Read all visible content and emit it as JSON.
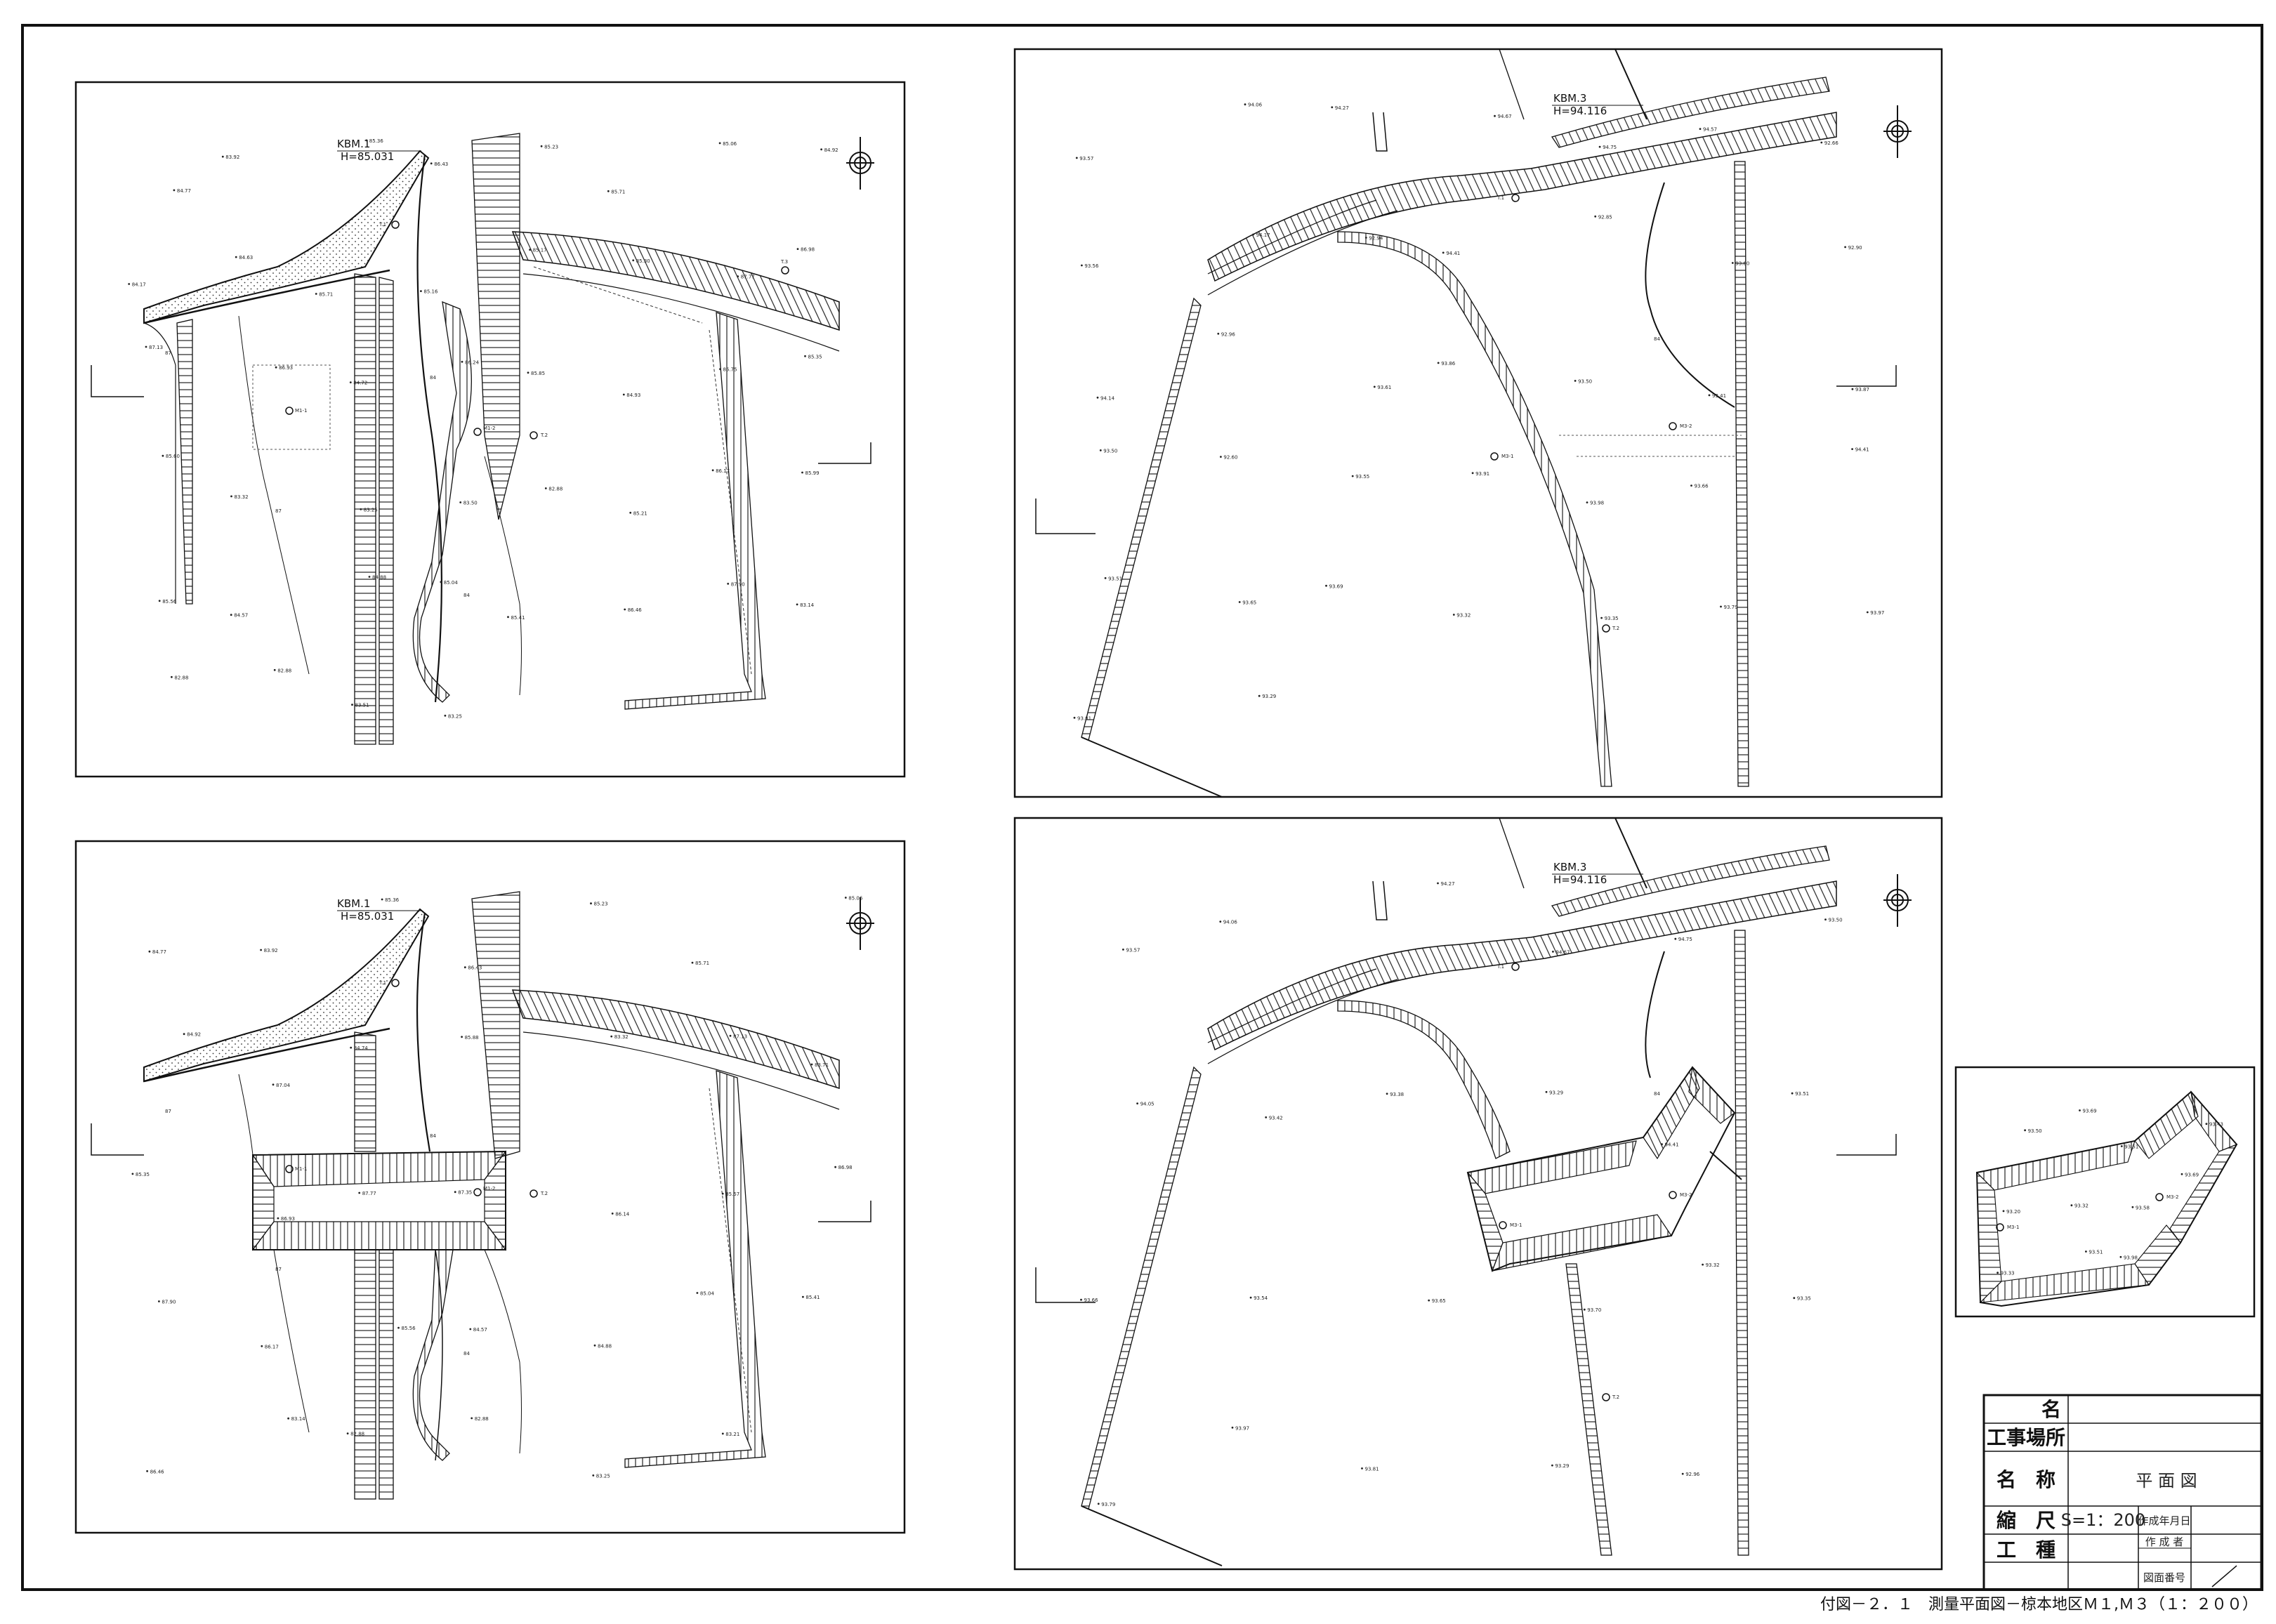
{
  "caption": "付図－２．１　測量平面図－椋本地区Ｍ１,Ｍ３（１：２００）",
  "title_block": {
    "r1_label": "名",
    "r2_label": "工事場所",
    "r3_label": "名　称",
    "r3_value": "平 面 図",
    "r4_label": "縮　尺",
    "r4_value": "S=1：200",
    "r4_sub": "作成年月日",
    "r5_label": "工　種",
    "r5_sub1": "作 成 者",
    "r5_sub2": "図面番号"
  },
  "panels": {
    "tl": {
      "kbm": "KBM.1",
      "kbm_h": "H=85.031",
      "stations": [
        "T.1",
        "T.2",
        "T.3",
        "M1-1",
        "M1-2"
      ],
      "contours": [
        "87",
        "87",
        "84",
        "84"
      ],
      "elev": [
        "84.77",
        "83.92",
        "85.36",
        "86.43",
        "85.23",
        "85.71",
        "85.06",
        "84.92",
        "84.17",
        "84.63",
        "85.71",
        "85.16",
        "85.17",
        "85.30",
        "87.77",
        "86.98",
        "87.13",
        "86.93",
        "84.72",
        "86.24",
        "85.85",
        "84.93",
        "85.75",
        "85.35",
        "85.60",
        "83.32",
        "83.25",
        "83.50",
        "82.88",
        "85.21",
        "86.17",
        "85.99",
        "85.56",
        "84.57",
        "84.88",
        "85.04",
        "85.41",
        "86.46",
        "87.90",
        "83.14",
        "82.88",
        "82.88",
        "83.51",
        "83.25"
      ]
    },
    "tr": {
      "kbm": "KBM.3",
      "kbm_h": "H=94.116",
      "stations": [
        "T.1",
        "T.2",
        "M3-1",
        "M3-2"
      ],
      "contours": [
        "84"
      ],
      "elev": [
        "93.57",
        "94.06",
        "94.27",
        "94.67",
        "94.75",
        "94.57",
        "92.66",
        "93.56",
        "94.17",
        "92.94",
        "94.41",
        "92.85",
        "93.60",
        "92.90",
        "94.14",
        "92.96",
        "93.61",
        "93.86",
        "93.50",
        "93.41",
        "93.87",
        "93.50",
        "92.60",
        "93.55",
        "93.91",
        "93.98",
        "93.66",
        "94.41",
        "93.51",
        "93.65",
        "93.69",
        "93.32",
        "93.35",
        "93.79",
        "93.97",
        "93.81",
        "93.29"
      ]
    },
    "bl": {
      "kbm": "KBM.1",
      "kbm_h": "H=85.031",
      "stations": [
        "T.1",
        "T.2",
        "M1-1",
        "M1-2"
      ],
      "contours": [
        "87",
        "87",
        "84",
        "84"
      ],
      "elev": [
        "84.77",
        "83.92",
        "85.36",
        "86.43",
        "85.23",
        "85.71",
        "85.06",
        "84.92",
        "87.04",
        "84.74",
        "85.88",
        "83.32",
        "87.13",
        "83.71",
        "85.35",
        "86.93",
        "87.77",
        "87.35",
        "86.14",
        "85.57",
        "86.98",
        "87.90",
        "86.17",
        "85.56",
        "84.57",
        "84.88",
        "85.04",
        "85.41",
        "86.46",
        "83.14",
        "82.88",
        "82.88",
        "83.25",
        "83.21"
      ]
    },
    "br": {
      "kbm": "KBM.3",
      "kbm_h": "H=94.116",
      "stations": [
        "T.1",
        "T.2",
        "M3-1",
        "M3-2"
      ],
      "contours": [
        "84"
      ],
      "elev": [
        "93.57",
        "94.06",
        "94.27",
        "94.67",
        "94.75",
        "93.50",
        "94.05",
        "93.42",
        "93.38",
        "93.29",
        "94.41",
        "93.51",
        "93.66",
        "93.54",
        "93.65",
        "93.70",
        "93.32",
        "93.35",
        "93.79",
        "93.97",
        "93.81",
        "93.29",
        "92.96"
      ]
    }
  },
  "inset": {
    "stations": [
      "M3-1",
      "M3-2"
    ],
    "elev": [
      "93.50",
      "93.69",
      "93.51",
      "93.43",
      "93.20",
      "93.32",
      "93.58",
      "93.69",
      "93.33",
      "93.51",
      "93.98"
    ]
  }
}
